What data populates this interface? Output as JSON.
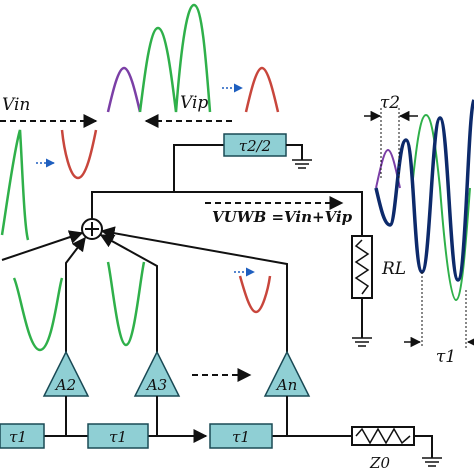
{
  "labels": {
    "vin": "Vin",
    "vip": "Vip",
    "tau2_half": "τ2/2",
    "vuwb_eq": "VUWB =Vin+Vip",
    "rl": "RL",
    "tau2": "τ2",
    "tau1_right": "τ1",
    "z0": "Z0",
    "amps": [
      "A2",
      "A3",
      "An"
    ],
    "delays": [
      "τ1",
      "τ1",
      "τ1"
    ]
  },
  "colors": {
    "wire": "#111111",
    "block_fill": "#8fcfd4",
    "block_stroke": "#1a4a55",
    "green": "#2fb04a",
    "purple": "#7b3fa6",
    "red": "#c8463c",
    "navy": "#0d2a6b",
    "blue_arrow": "#1f5fbf"
  }
}
